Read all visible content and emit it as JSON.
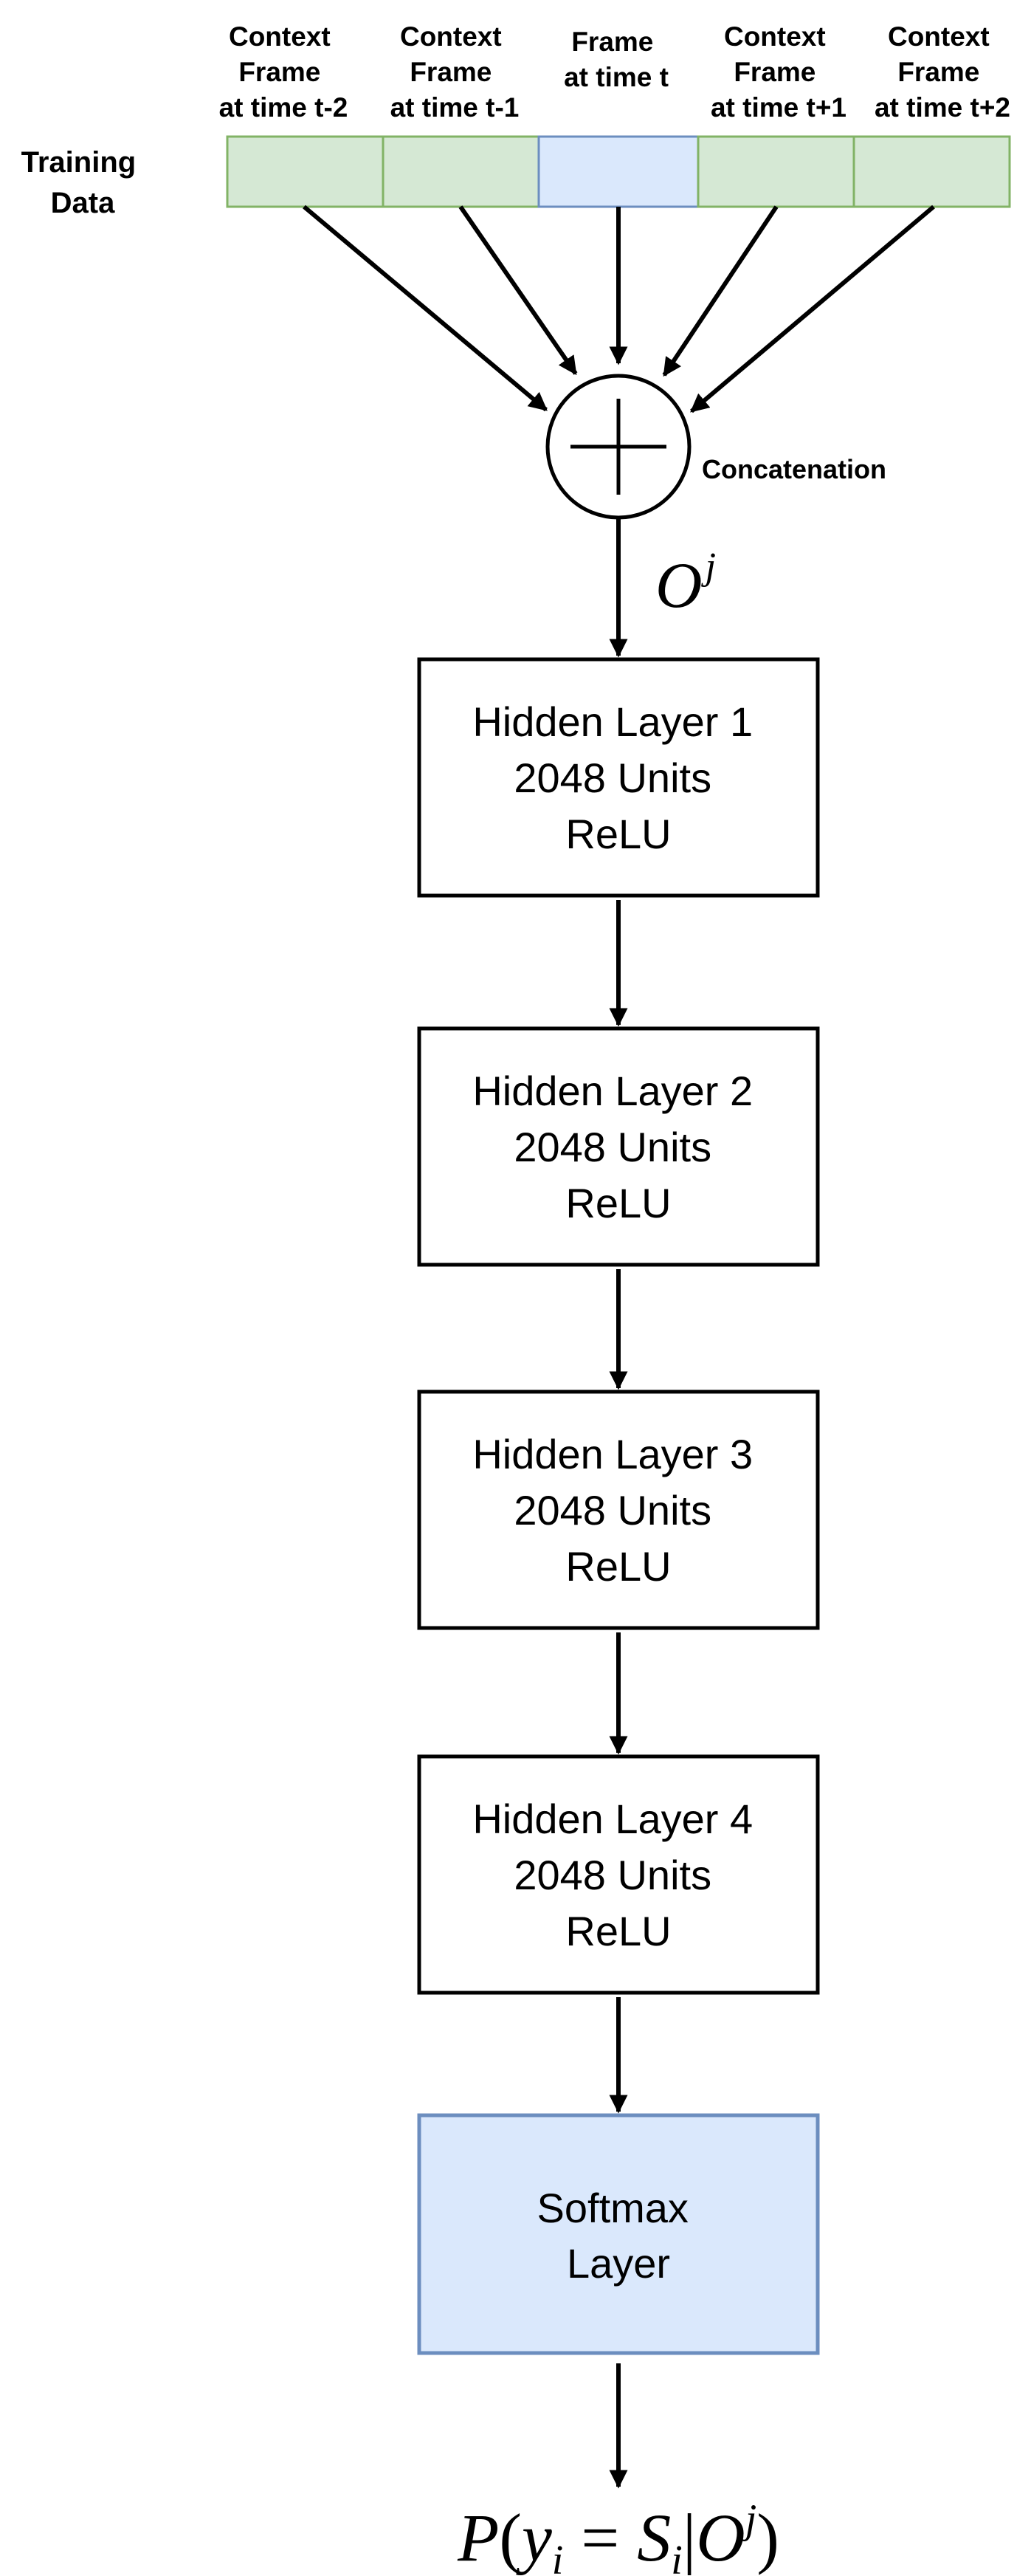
{
  "training_data": {
    "label_lines": [
      "Training",
      "Data"
    ],
    "frames": [
      {
        "label_lines": [
          "Context",
          "Frame",
          "at time t-2"
        ],
        "color": "#d5e8d4",
        "stroke": "#82b366"
      },
      {
        "label_lines": [
          "Context",
          "Frame",
          "at time t-1"
        ],
        "color": "#d5e8d4",
        "stroke": "#82b366"
      },
      {
        "label_lines": [
          "Frame",
          "at time t"
        ],
        "color": "#dae8fc",
        "stroke": "#6c8ebf"
      },
      {
        "label_lines": [
          "Context",
          "Frame",
          "at time t+1"
        ],
        "color": "#d5e8d4",
        "stroke": "#82b366"
      },
      {
        "label_lines": [
          "Context",
          "Frame",
          "at time t+2"
        ],
        "color": "#d5e8d4",
        "stroke": "#82b366"
      }
    ]
  },
  "concatenation": {
    "label": "Concatenation",
    "symbol": "plus-icon"
  },
  "concat_output": {
    "symbol": "O",
    "superscript": "j"
  },
  "layers": [
    {
      "lines": [
        "Hidden Layer 1",
        "2048 Units",
        "ReLU"
      ],
      "fill": "#ffffff",
      "stroke": "#000000"
    },
    {
      "lines": [
        "Hidden Layer 2",
        "2048 Units",
        "ReLU"
      ],
      "fill": "#ffffff",
      "stroke": "#000000"
    },
    {
      "lines": [
        "Hidden Layer 3",
        "2048 Units",
        "ReLU"
      ],
      "fill": "#ffffff",
      "stroke": "#000000"
    },
    {
      "lines": [
        "Hidden Layer 4",
        "2048 Units",
        "ReLU"
      ],
      "fill": "#ffffff",
      "stroke": "#000000"
    },
    {
      "lines": [
        "Softmax",
        "Layer"
      ],
      "fill": "#dae8fc",
      "stroke": "#6c8ebf"
    }
  ],
  "output_formula": {
    "p": "P",
    "open_paren": "(",
    "y": "y",
    "y_sub": "i",
    "equals": "=",
    "s": "S",
    "s_sub": "i",
    "bar": "|",
    "o": "O",
    "o_sup": "j",
    "close_paren": ")"
  }
}
